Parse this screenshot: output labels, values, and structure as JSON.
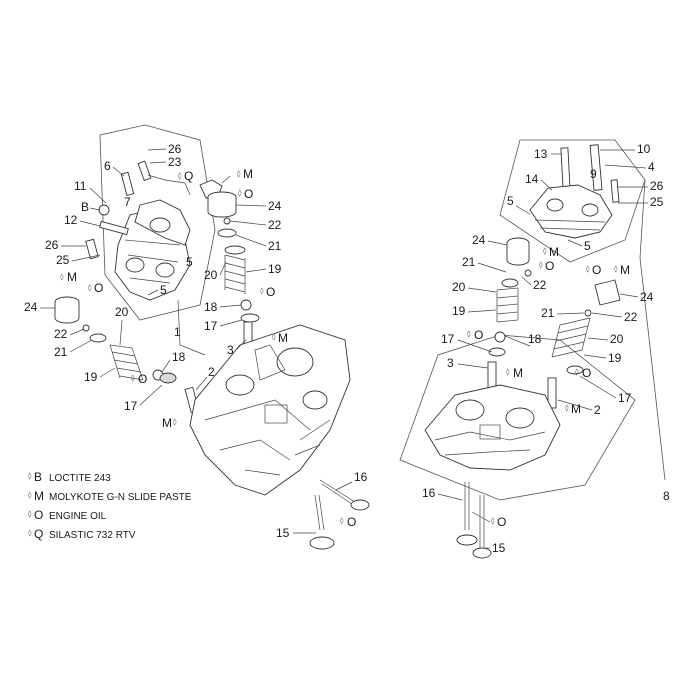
{
  "diagram": {
    "legend": [
      {
        "code": "B",
        "text": "LOCTITE 243"
      },
      {
        "code": "M",
        "text": "MOLYKOTE G-N SLIDE PASTE"
      },
      {
        "code": "O",
        "text": "ENGINE OIL"
      },
      {
        "code": "Q",
        "text": "SILASTIC 732 RTV"
      }
    ],
    "labels": {
      "l26a": "26",
      "l23": "23",
      "l6": "6",
      "lQa": "Q",
      "l7": "7",
      "lMa": "M",
      "l11": "11",
      "lBa": "B",
      "lOa": "O",
      "l24a": "24",
      "l22a": "22",
      "l12": "12",
      "l21a": "21",
      "l26b": "26",
      "l5a": "5",
      "l25a": "25",
      "l20a": "20",
      "l19a": "19",
      "lMb": "M",
      "lOb": "O",
      "l5b": "5",
      "l24b": "24",
      "l18a": "18",
      "lOc": "O",
      "l20b": "20",
      "l17a": "17",
      "l1": "1",
      "l22b": "22",
      "l21b": "21",
      "l3a": "3",
      "lMc": "M",
      "l18b": "18",
      "l19b": "19",
      "lOd": "O",
      "l2a": "2",
      "l17b": "17",
      "lMd": "M",
      "l16a": "16",
      "lOe": "O",
      "l15a": "15",
      "l13": "13",
      "l10": "10",
      "l4": "4",
      "l9": "9",
      "l14": "14",
      "l26c": "26",
      "l25b": "25",
      "l5c": "5",
      "l5d": "5",
      "l24c": "24",
      "lMe": "M",
      "lOf": "O",
      "l21c": "21",
      "l22c": "22",
      "lOg": "O",
      "lMf": "M",
      "l24d": "24",
      "l20c": "20",
      "l19c": "19",
      "lOh": "O",
      "l21d": "21",
      "l22d": "22",
      "l17c": "17",
      "l18c": "18",
      "l20d": "20",
      "l3b": "3",
      "lMg": "M",
      "l19d": "19",
      "lOi": "O",
      "l17d": "17",
      "lMh": "M",
      "l2b": "2",
      "l8": "8",
      "l16b": "16",
      "lOj": "O",
      "l15b": "15"
    }
  }
}
